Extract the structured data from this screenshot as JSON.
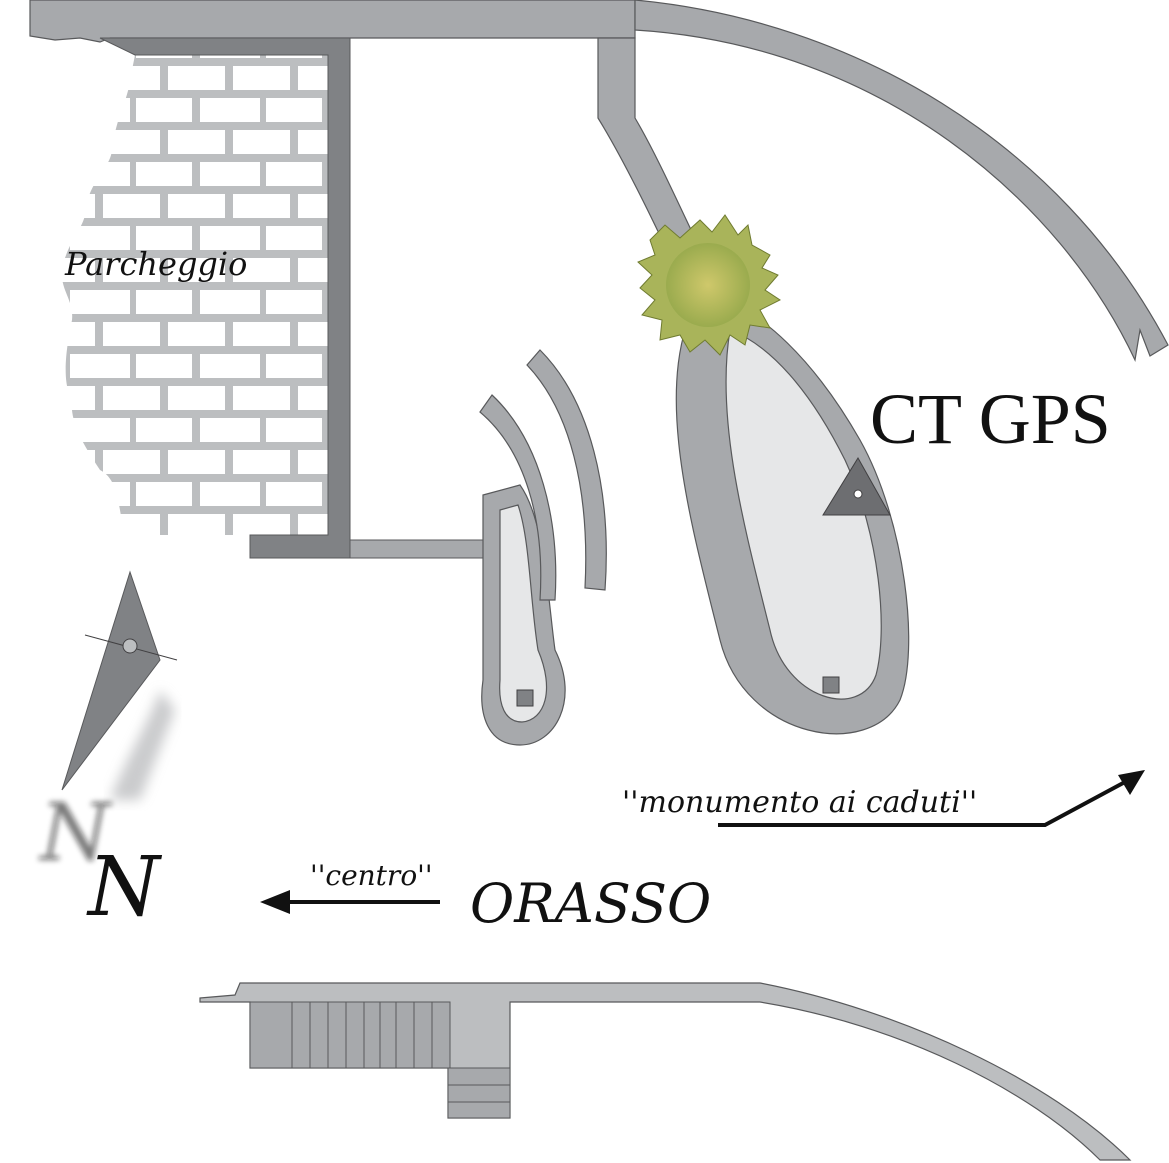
{
  "labels": {
    "parking": "Parcheggio",
    "ct_gps": "CT GPS",
    "monument": "''monumento ai caduti''",
    "center": "''centro''",
    "town": "ORASSO",
    "north": "N"
  },
  "colors": {
    "road": "#a7a9ac",
    "road_stroke": "#58595b",
    "island_fill": "#e6e7e8",
    "wall": "#808285",
    "brick_line": "#bcbec0",
    "triangle": "#6d6e71",
    "tree": "#a9b45a",
    "tree_center": "#c9c56a"
  },
  "icons": {
    "gps_marker": "gps-triangle-icon",
    "north_arrow": "compass-north-icon",
    "tree": "tree-icon"
  }
}
